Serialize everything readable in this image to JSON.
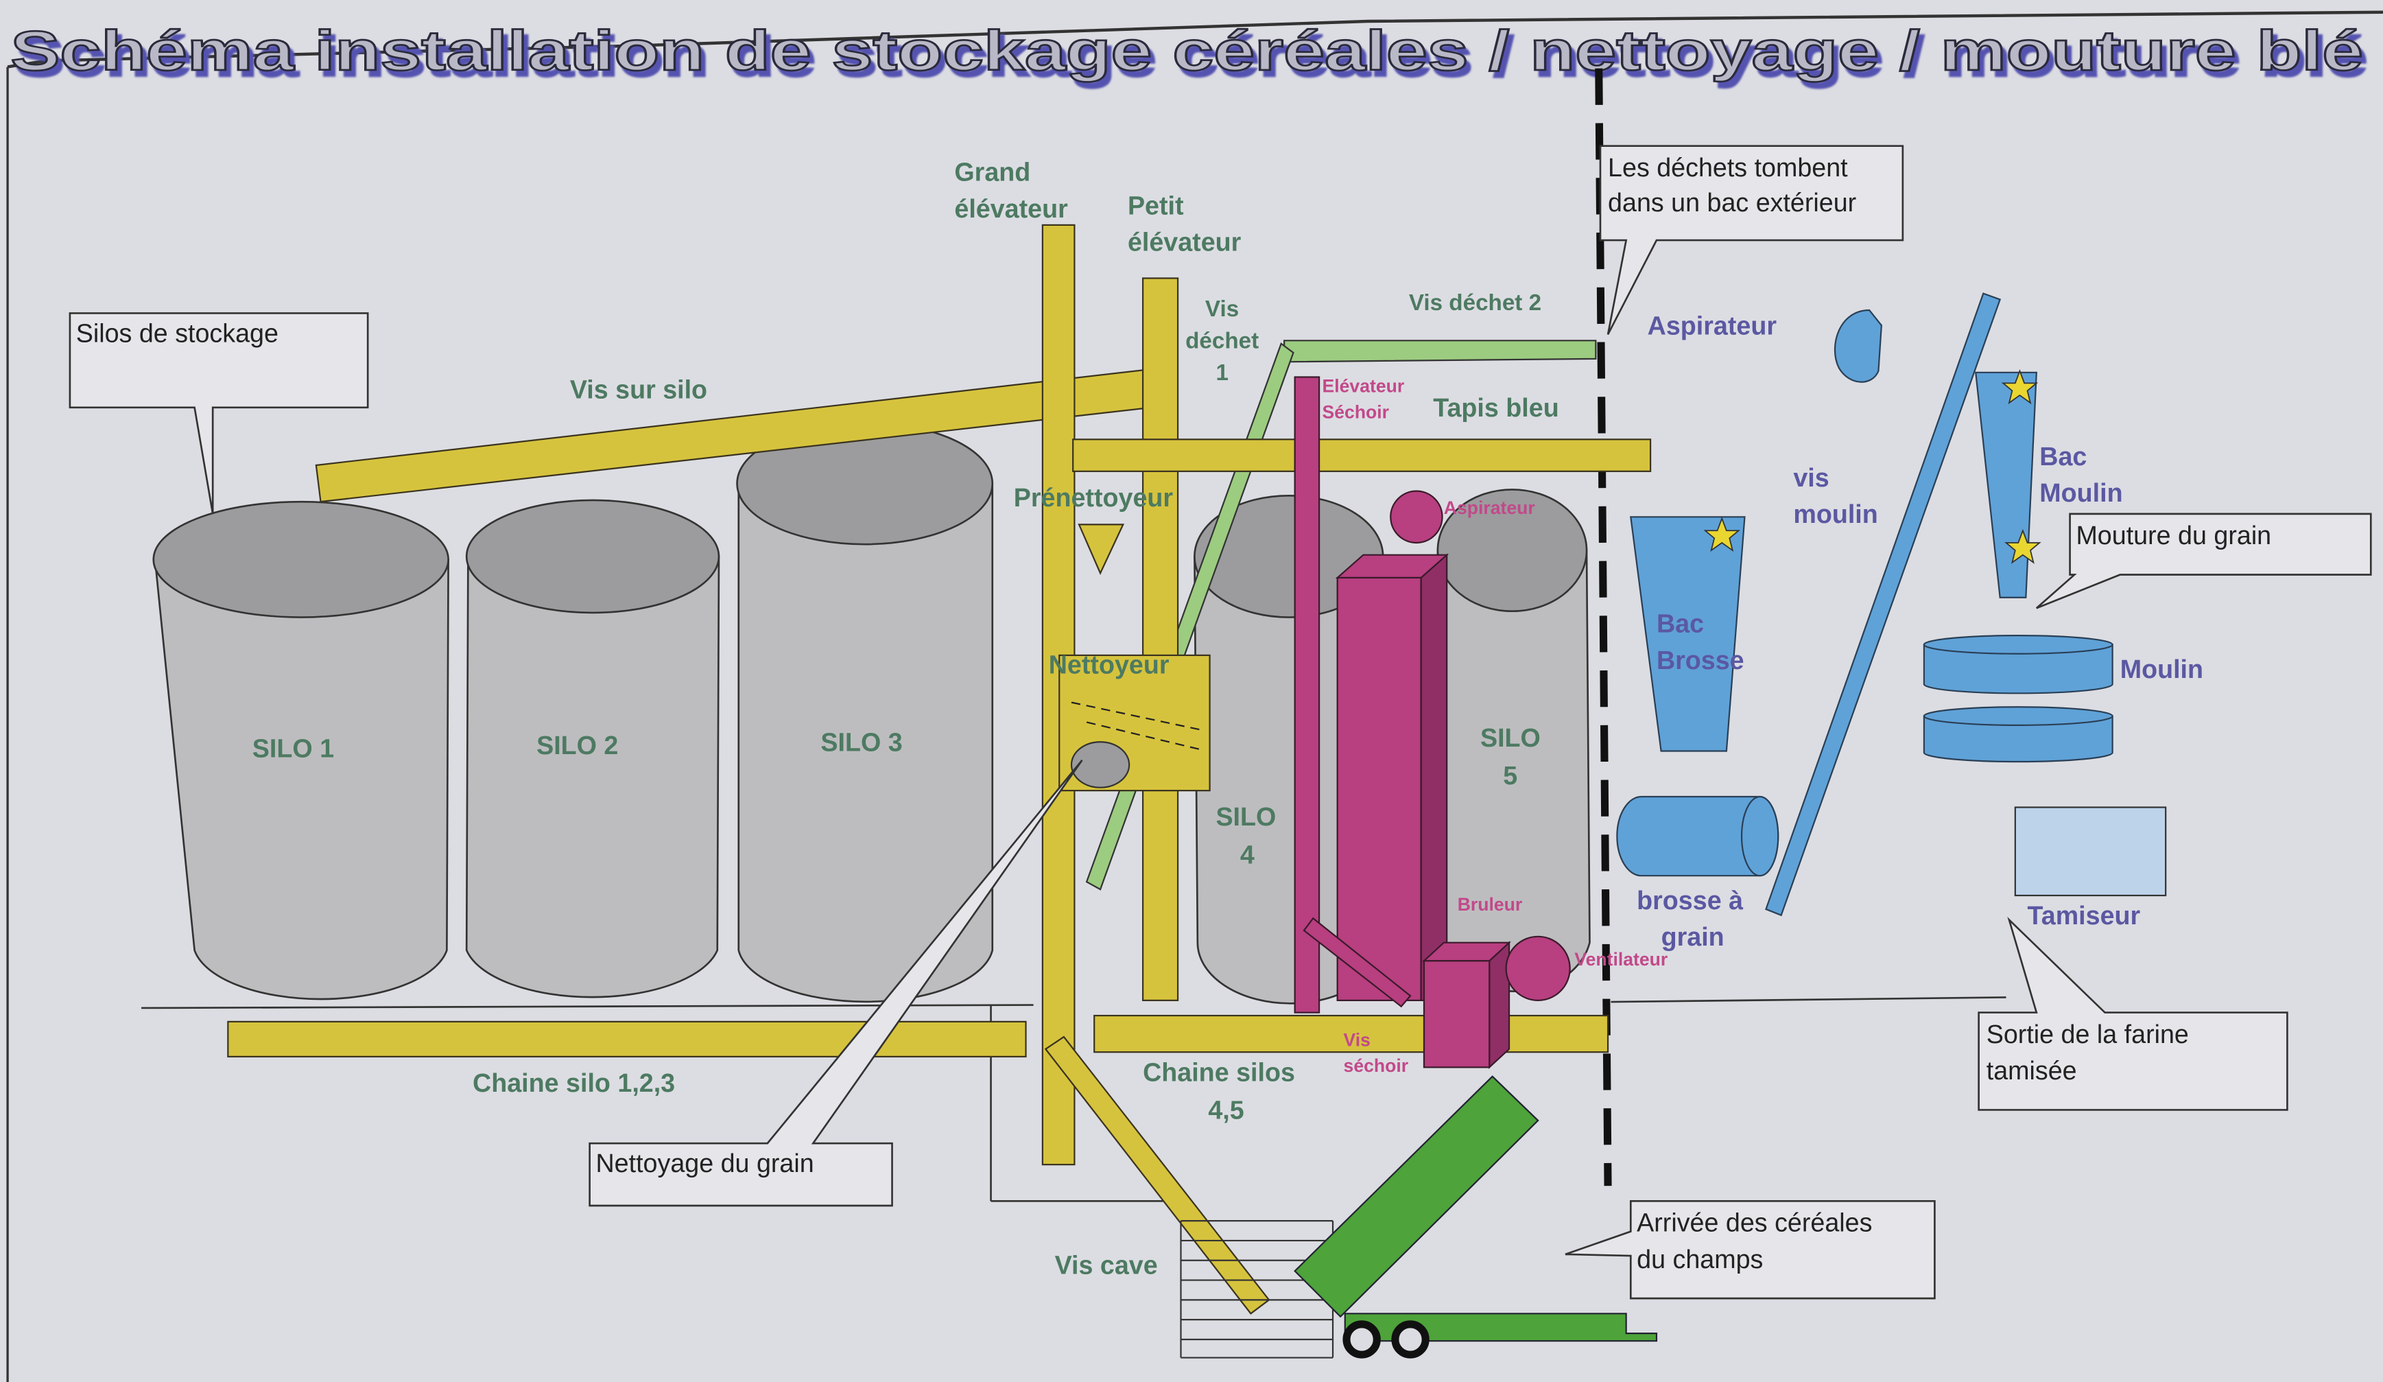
{
  "title": "Schéma installation de stockage céréales / nettoyage / mouture blé",
  "silos": {
    "silo1": "SILO 1",
    "silo2": "SILO 2",
    "silo3": "SILO 3",
    "silo4_line1": "SILO",
    "silo4_line2": "4",
    "silo5_line1": "SILO",
    "silo5_line2": "5"
  },
  "equipment": {
    "grand_elevateur_1": "Grand",
    "grand_elevateur_2": "élévateur",
    "petit_elevateur_1": "Petit",
    "petit_elevateur_2": "élévateur",
    "vis_dechet1_1": "Vis",
    "vis_dechet1_2": "déchet",
    "vis_dechet1_3": "1",
    "vis_dechet2": "Vis déchet 2",
    "vis_sur_silo": "Vis sur silo",
    "tapis_bleu": "Tapis bleu",
    "prenettoyeur": "Prénettoyeur",
    "nettoyeur": "Nettoyeur",
    "chaine_silo_123": "Chaine silo 1,2,3",
    "chaine_silos_45_1": "Chaine silos",
    "chaine_silos_45_2": "4,5",
    "vis_cave": "Vis cave",
    "elevateur_sechoir_1": "Elévateur",
    "elevateur_sechoir_2": "Séchoir",
    "aspirateur_sechoir": "Aspirateur",
    "bruleur": "Bruleur",
    "ventilateur": "Ventilateur",
    "vis_sechoir_1": "Vis",
    "vis_sechoir_2": "séchoir"
  },
  "mill": {
    "aspirateur": "Aspirateur",
    "vis_moulin_1": "vis",
    "vis_moulin_2": "moulin",
    "bac_moulin_1": "Bac",
    "bac_moulin_2": "Moulin",
    "bac_brosse_1": "Bac",
    "bac_brosse_2": "Brosse",
    "brosse_grain_1": "brosse à",
    "brosse_grain_2": "grain",
    "moulin": "Moulin",
    "tamiseur": "Tamiseur"
  },
  "callouts": {
    "silos_stockage": "Silos de stockage",
    "dechets_1": "Les déchets tombent",
    "dechets_2": "dans un bac extérieur",
    "nettoyage": "Nettoyage du grain",
    "arrivee_1": "Arrivée des céréales",
    "arrivee_2": "du champs",
    "mouture": "Mouture du grain",
    "sortie_1": "Sortie de la farine",
    "sortie_2": "tamisée"
  },
  "colors": {
    "conveyor": "#d6c33d",
    "silo": "#bdbdbf",
    "dryer": "#b83f80",
    "mill": "#5fa2d8",
    "trailer": "#4ea33a"
  }
}
